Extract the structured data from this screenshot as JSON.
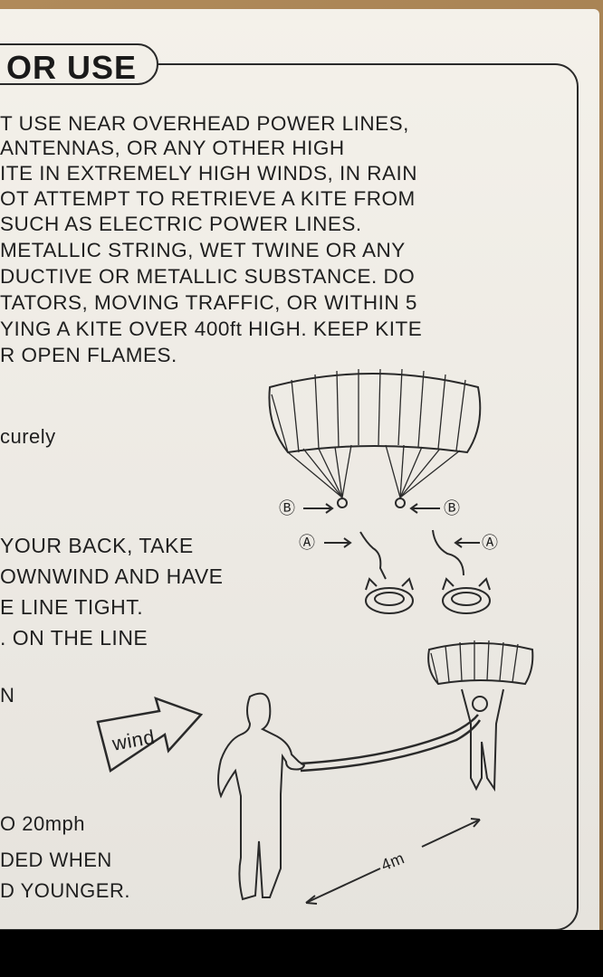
{
  "header": {
    "title": "OR USE"
  },
  "warning_lines": [
    "T USE NEAR OVERHEAD POWER LINES,",
    "ANTENNAS, OR ANY OTHER HIGH",
    "ITE IN EXTREMELY HIGH WINDS, IN RAIN",
    "OT ATTEMPT TO RETRIEVE A KITE FROM",
    " SUCH AS ELECTRIC POWER LINES.",
    "METALLIC STRING, WET TWINE OR ANY",
    "DUCTIVE OR METALLIC SUBSTANCE. DO",
    "TATORS, MOVING TRAFFIC, OR WITHIN 5",
    "YING A KITE OVER 400ft HIGH. KEEP KITE",
    "R OPEN FLAMES."
  ],
  "step_one": {
    "text": "curely"
  },
  "step_two_lines": [
    "YOUR BACK, TAKE",
    "OWNWIND AND HAVE",
    "E LINE TIGHT.",
    ". ON THE LINE"
  ],
  "fragment_n": "N",
  "wind_speed": "O 20mph",
  "age_lines": [
    "DED WHEN",
    "D YOUNGER."
  ],
  "diagram": {
    "label_a_left": "Ⓐ",
    "label_a_right": "Ⓐ",
    "label_b_left": "Ⓑ",
    "label_b_right": "Ⓑ",
    "wind_label": "wind",
    "distance_label": "4m"
  },
  "colors": {
    "paper": "#eeebe5",
    "ink": "#1f1f1f",
    "background": "#9a7a50"
  }
}
